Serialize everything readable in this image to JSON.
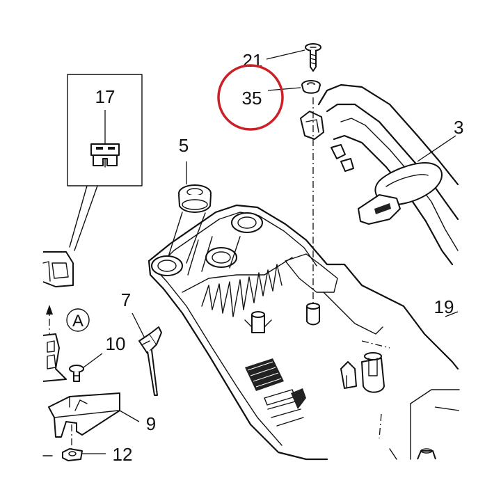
{
  "callouts": {
    "c21": "21",
    "c35": "35",
    "c3": "3",
    "c17": "17",
    "c5": "5",
    "c7": "7",
    "c10": "10",
    "c9": "9",
    "c12": "12",
    "c19": "19"
  },
  "detail_marker": "A",
  "highlight": {
    "target": "35",
    "color": "#cc2027"
  }
}
